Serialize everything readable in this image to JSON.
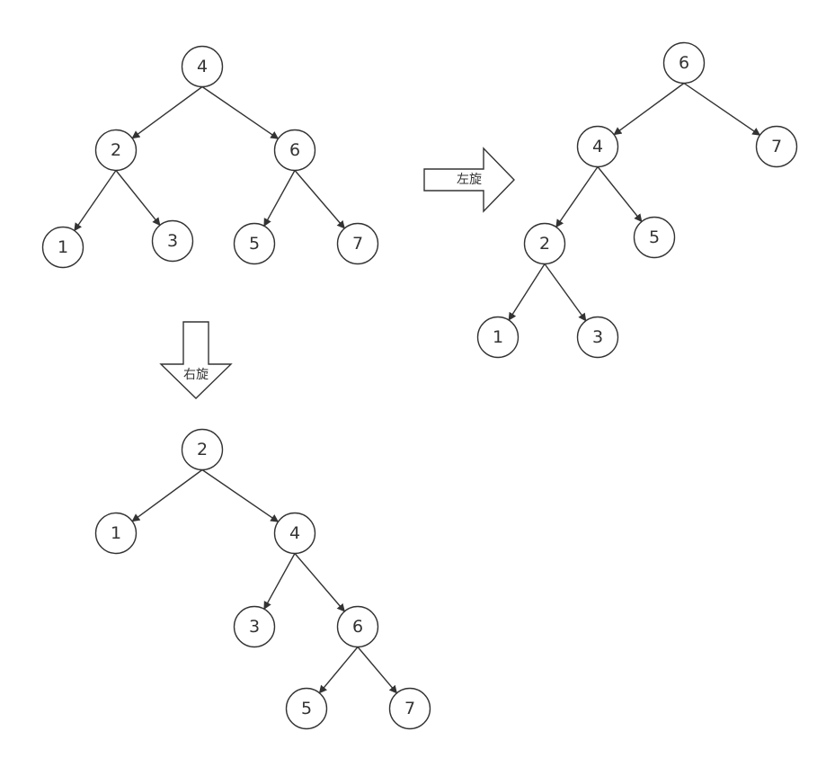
{
  "trees": [
    {
      "id": "original",
      "nodes": [
        {
          "id": "a4",
          "label": "4"
        },
        {
          "id": "a2",
          "label": "2"
        },
        {
          "id": "a6",
          "label": "6"
        },
        {
          "id": "a1",
          "label": "1"
        },
        {
          "id": "a3",
          "label": "3"
        },
        {
          "id": "a5",
          "label": "5"
        },
        {
          "id": "a7",
          "label": "7"
        }
      ],
      "edges": [
        [
          "a4",
          "a2"
        ],
        [
          "a4",
          "a6"
        ],
        [
          "a2",
          "a1"
        ],
        [
          "a2",
          "a3"
        ],
        [
          "a6",
          "a5"
        ],
        [
          "a6",
          "a7"
        ]
      ]
    },
    {
      "id": "left-rotated",
      "nodes": [
        {
          "id": "b6",
          "label": "6"
        },
        {
          "id": "b4",
          "label": "4"
        },
        {
          "id": "b7",
          "label": "7"
        },
        {
          "id": "b2",
          "label": "2"
        },
        {
          "id": "b5",
          "label": "5"
        },
        {
          "id": "b1",
          "label": "1"
        },
        {
          "id": "b3",
          "label": "3"
        }
      ],
      "edges": [
        [
          "b6",
          "b4"
        ],
        [
          "b6",
          "b7"
        ],
        [
          "b4",
          "b2"
        ],
        [
          "b4",
          "b5"
        ],
        [
          "b2",
          "b1"
        ],
        [
          "b2",
          "b3"
        ]
      ]
    },
    {
      "id": "right-rotated",
      "nodes": [
        {
          "id": "c2",
          "label": "2"
        },
        {
          "id": "c1",
          "label": "1"
        },
        {
          "id": "c4",
          "label": "4"
        },
        {
          "id": "c3",
          "label": "3"
        },
        {
          "id": "c6",
          "label": "6"
        },
        {
          "id": "c5",
          "label": "5"
        },
        {
          "id": "c7",
          "label": "7"
        }
      ],
      "edges": [
        [
          "c2",
          "c1"
        ],
        [
          "c2",
          "c4"
        ],
        [
          "c4",
          "c3"
        ],
        [
          "c4",
          "c6"
        ],
        [
          "c6",
          "c5"
        ],
        [
          "c6",
          "c7"
        ]
      ]
    }
  ],
  "arrows": {
    "left_rotation_label": "左旋",
    "right_rotation_label": "右旋"
  }
}
